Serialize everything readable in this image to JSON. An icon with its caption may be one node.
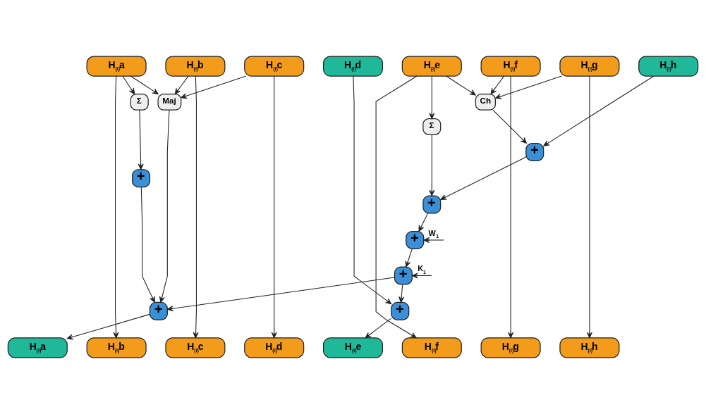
{
  "diagram": {
    "nodes": [
      {
        "text": [
          "H$_{(i)}$a"
        ]
      },
      {
        "text": [
          "H$_{(i)}$b"
        ]
      },
      {
        "text": [
          "H$_{(i)}$c"
        ]
      },
      {
        "text": [
          "H$_{(i)}$d"
        ]
      },
      {
        "text": [
          "H$_{(i)}$e"
        ]
      },
      {
        "text": [
          "H$_{(i)}$f"
        ]
      },
      {
        "text": [
          "H$_{(i)}$g"
        ]
      },
      {
        "text": [
          "H$_{(i)}$h"
        ]
      },
      {
        "text": [
          "Maj"
        ]
      },
      {
        "text": [
          "Σ"
        ]
      },
      {
        "text": [
          "+"
        ]
      },
      {
        "text": [
          "+"
        ]
      },
      {
        "text": [
          "+"
        ]
      },
      {
        "text": [
          "Ch"
        ]
      },
      {
        "text": [
          "Σ"
        ]
      },
      {
        "text": [
          "+"
        ]
      },
      {
        "text": [
          "+"
        ]
      },
      {
        "text": [
          "+"
        ]
      },
      {
        "text": [
          "+"
        ]
      },
      {
        "text": [
          "H$_{(i)}$a"
        ]
      },
      {
        "text": [
          "H$_{(i)}$b"
        ]
      },
      {
        "text": [
          "H$_{(i)}$c"
        ]
      },
      {
        "text": [
          "H$_{(i)}$d"
        ]
      },
      {
        "text": [
          "H$_{(i)}$e"
        ]
      },
      {
        "text": [
          "H$_{(i)}$f"
        ]
      },
      {
        "text": [
          "H$_{(i)}$g"
        ]
      },
      {
        "text": [
          "H$_{(i)}$h"
        ]
      }
    ],
    "edges": [
      {
        "from": 0,
        "to": 9,
        "arrow": "to"
      },
      {
        "from": 0,
        "to": 8,
        "arrow": "to"
      },
      {
        "from": 1,
        "to": 8,
        "arrow": "to"
      },
      {
        "from": 2,
        "to": 8,
        "arrow": "to"
      },
      {
        "from": 9,
        "to": 10,
        "arrow": "to"
      },
      {
        "from": 10,
        "to": 11,
        "arrow": "to"
      },
      {
        "from": 8,
        "to": 11,
        "arrow": "to"
      },
      {
        "from": 3,
        "to": 12,
        "arrow": "to"
      },
      {
        "from": 4,
        "to": 14,
        "arrow": "to"
      },
      {
        "from": 4,
        "to": 13,
        "arrow": "to"
      },
      {
        "from": 5,
        "to": 13,
        "arrow": "to"
      },
      {
        "from": 6,
        "to": 13,
        "arrow": "to"
      },
      {
        "from": 7,
        "to": 15,
        "arrow": "to"
      },
      {
        "from": 13,
        "to": 15,
        "arrow": "to"
      },
      {
        "from": 15,
        "to": 16,
        "arrow": "to"
      },
      {
        "from": 14,
        "to": 16,
        "arrow": "to"
      },
      {
        "from": 16,
        "to": 17,
        "arrow": "to"
      },
      {
        "from": null,
        "to": 17,
        "arrow": "to",
        "label": "W$_{1}$"
      },
      {
        "from": 17,
        "to": 18,
        "arrow": "to"
      },
      {
        "from": null,
        "to": 18,
        "arrow": "to",
        "label": "K$_{1}$"
      },
      {
        "from": 18,
        "to": 12,
        "arrow": "to"
      },
      {
        "from": 18,
        "to": 11,
        "arrow": "to"
      },
      {
        "from": 11,
        "to": 19,
        "arrow": "to"
      },
      {
        "from": 0,
        "to": 20,
        "arrow": "to"
      },
      {
        "from": 1,
        "to": 21,
        "arrow": "to"
      },
      {
        "from": 2,
        "to": 22,
        "arrow": "to"
      },
      {
        "from": 12,
        "to": 23,
        "arrow": "to"
      },
      {
        "from": 4,
        "to": 24,
        "arrow": "to"
      },
      {
        "from": 5,
        "to": 25,
        "arrow": "to"
      },
      {
        "from": 6,
        "to": 26,
        "arrow": "to"
      }
    ]
  }
}
